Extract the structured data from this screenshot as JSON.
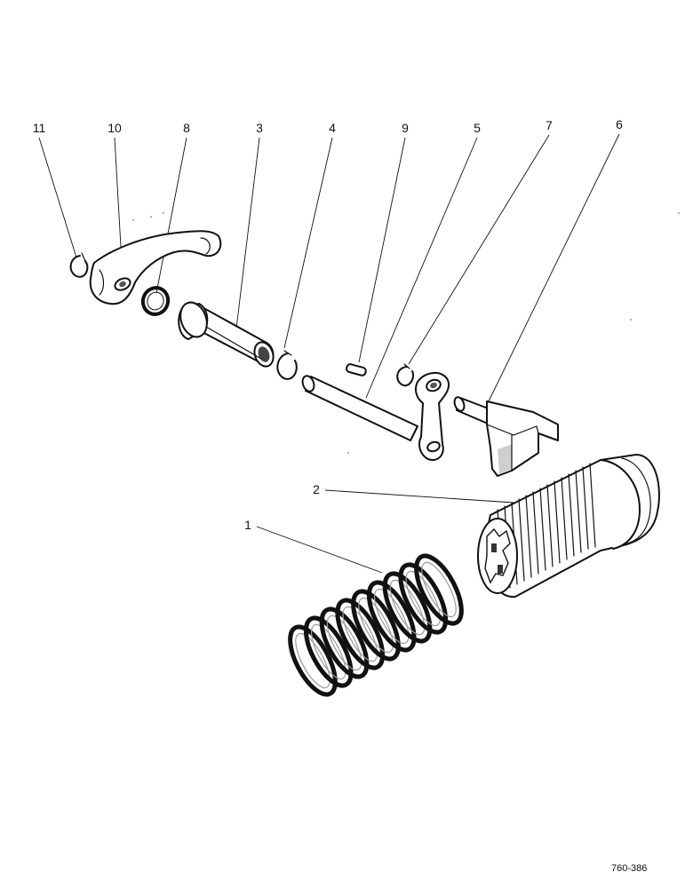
{
  "callouts": {
    "c1": "1",
    "c2": "2",
    "c3": "3",
    "c4": "4",
    "c5": "5",
    "c6": "6",
    "c7": "7",
    "c8": "8",
    "c9": "9",
    "c10": "10",
    "c11": "11"
  },
  "reference_code": "760-386"
}
